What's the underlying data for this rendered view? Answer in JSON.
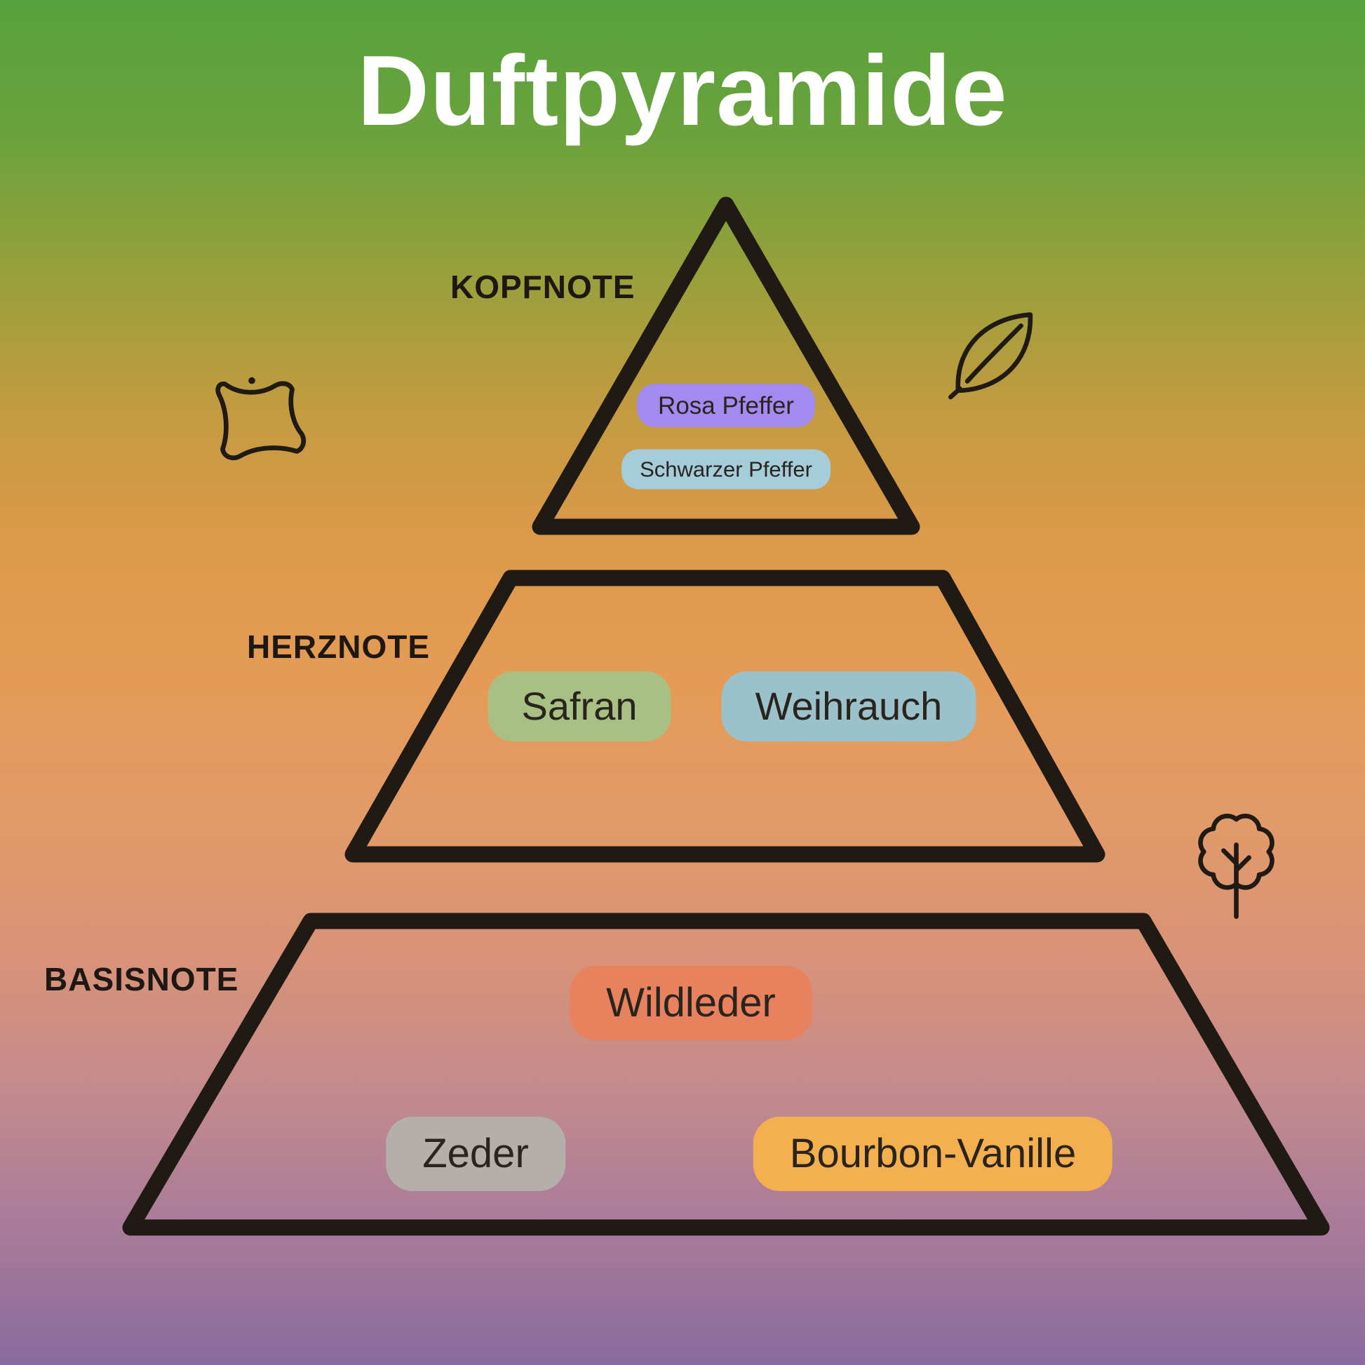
{
  "title": "Duftpyramide",
  "pyramid": {
    "outline_color": "#201a15",
    "tiers": [
      {
        "label": "KOPFNOTE",
        "notes": [
          {
            "text": "Rosa Pfeffer",
            "color": "#a18bf0"
          },
          {
            "text": "Schwarzer Pfeffer",
            "color": "#a5cdd9"
          }
        ]
      },
      {
        "label": "HERZNOTE",
        "notes": [
          {
            "text": "Safran",
            "color": "#a8c083"
          },
          {
            "text": "Weihrauch",
            "color": "#9bc1cb"
          }
        ]
      },
      {
        "label": "BASISNOTE",
        "notes": [
          {
            "text": "Wildleder",
            "color": "#e8815d"
          },
          {
            "text": "Zeder",
            "color": "#b5afac"
          },
          {
            "text": "Bourbon-Vanille",
            "color": "#f4af4e"
          }
        ]
      }
    ]
  },
  "background": {
    "gradient_top": "#55a23c",
    "gradient_middle": "#e59b57",
    "gradient_bottom": "#8a6a9d"
  },
  "icons": [
    {
      "name": "leather-icon"
    },
    {
      "name": "leaf-icon"
    },
    {
      "name": "tree-icon"
    }
  ]
}
